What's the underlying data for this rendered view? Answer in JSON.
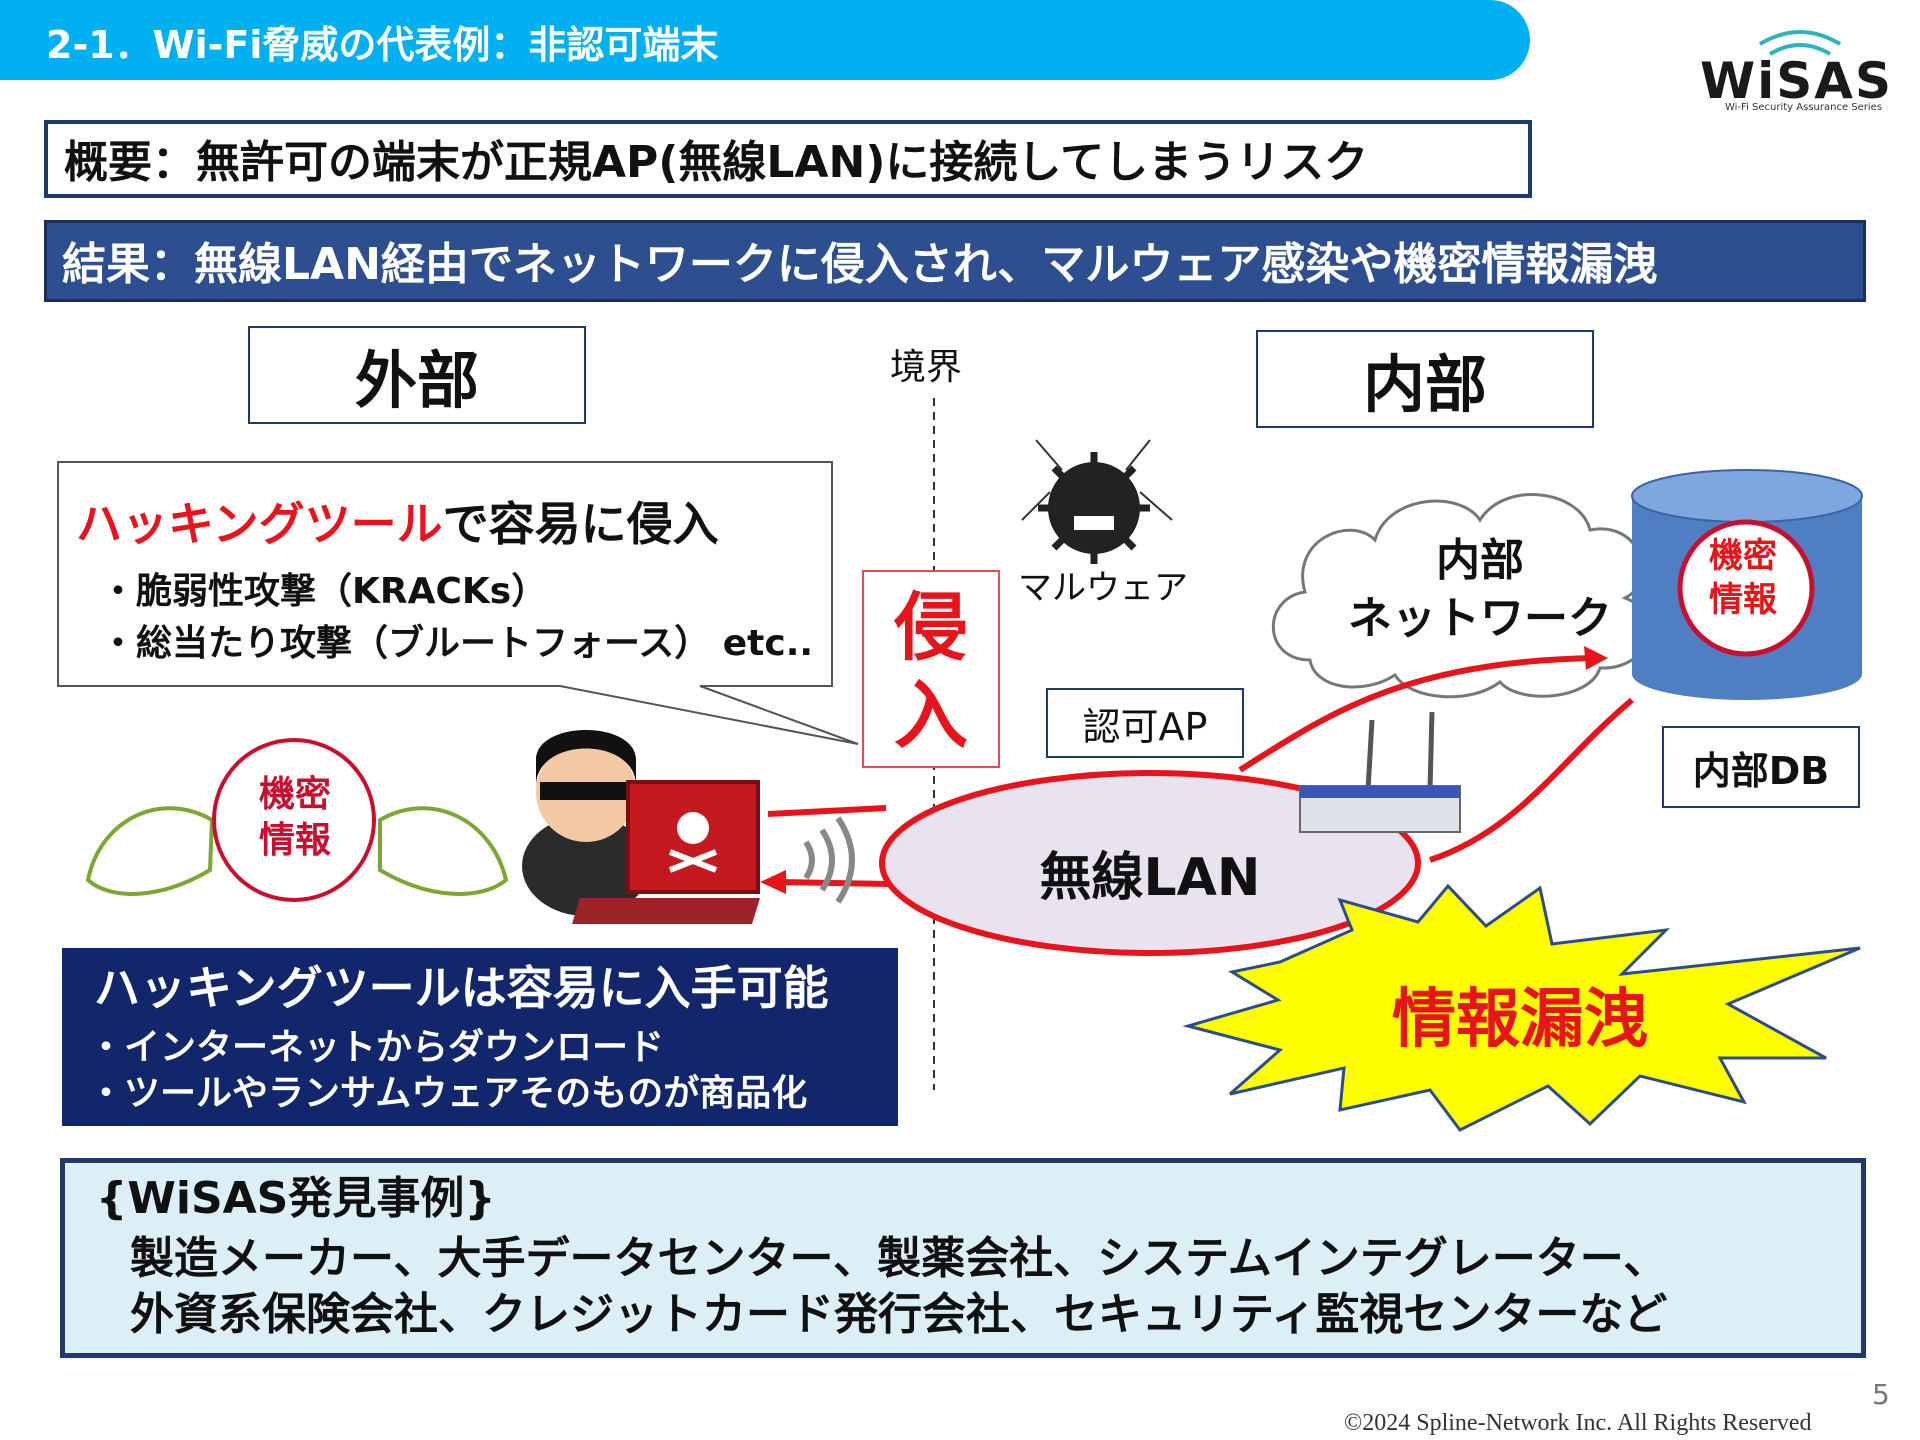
{
  "header": {
    "title": "2-1．Wi-Fi脅威の代表例：非認可端末",
    "logo_text": "WiSAS",
    "logo_sub": "Wi-Fi Security Assurance Series"
  },
  "summary": {
    "overview": "概要：無許可の端末が正規AP(無線LAN)に接続してしまうリスク",
    "result": "結果：無線LAN経由でネットワークに侵入され、マルウェア感染や機密情報漏洩"
  },
  "diagram": {
    "outside_label": "外部",
    "inside_label": "内部",
    "boundary_label": "境界",
    "callout": {
      "title_red": "ハッキングツール",
      "title_rest": "で容易に侵入",
      "items": [
        "・脆弱性攻撃（KRACKs）",
        "・総当たり攻撃（ブルートフォース） etc.."
      ]
    },
    "intrusion_label": "侵\n入",
    "malware_label": "マルウェア",
    "authorized_ap_label": "認可AP",
    "internal_network_label": "内部\nネットワーク",
    "internal_db_label": "内部DB",
    "secret_info_db": "機密\n情報",
    "secret_info_left": "機密\n情報",
    "wireless_lan_label": "無線LAN",
    "leak_label": "情報漏洩",
    "colors": {
      "accent_red": "#e8141b",
      "navy": "#12266b",
      "cyan": "#00b0f0",
      "db_blue": "#4f7ec3"
    },
    "icons": [
      "angel-wings-icon",
      "hacker-icon",
      "laptop-skull-icon",
      "wifi-signal-icon",
      "malware-virus-icon",
      "router-icon",
      "cloud-icon",
      "database-cylinder-icon",
      "explosion-burst-icon"
    ]
  },
  "tools": {
    "title": "ハッキングツールは容易に入手可能",
    "items": [
      "・インターネットからダウンロード",
      "・ツールやランサムウェアそのものが商品化"
    ]
  },
  "cases": {
    "title": "{WiSAS発見事例}",
    "lines": [
      "製造メーカー、大手データセンター、製薬会社、システムインテグレーター、",
      "外資系保険会社、クレジットカード発行会社、セキュリティ監視センターなど"
    ]
  },
  "footer": {
    "page_number": "5",
    "copyright": "©2024 Spline-Network Inc. All Rights Reserved"
  }
}
